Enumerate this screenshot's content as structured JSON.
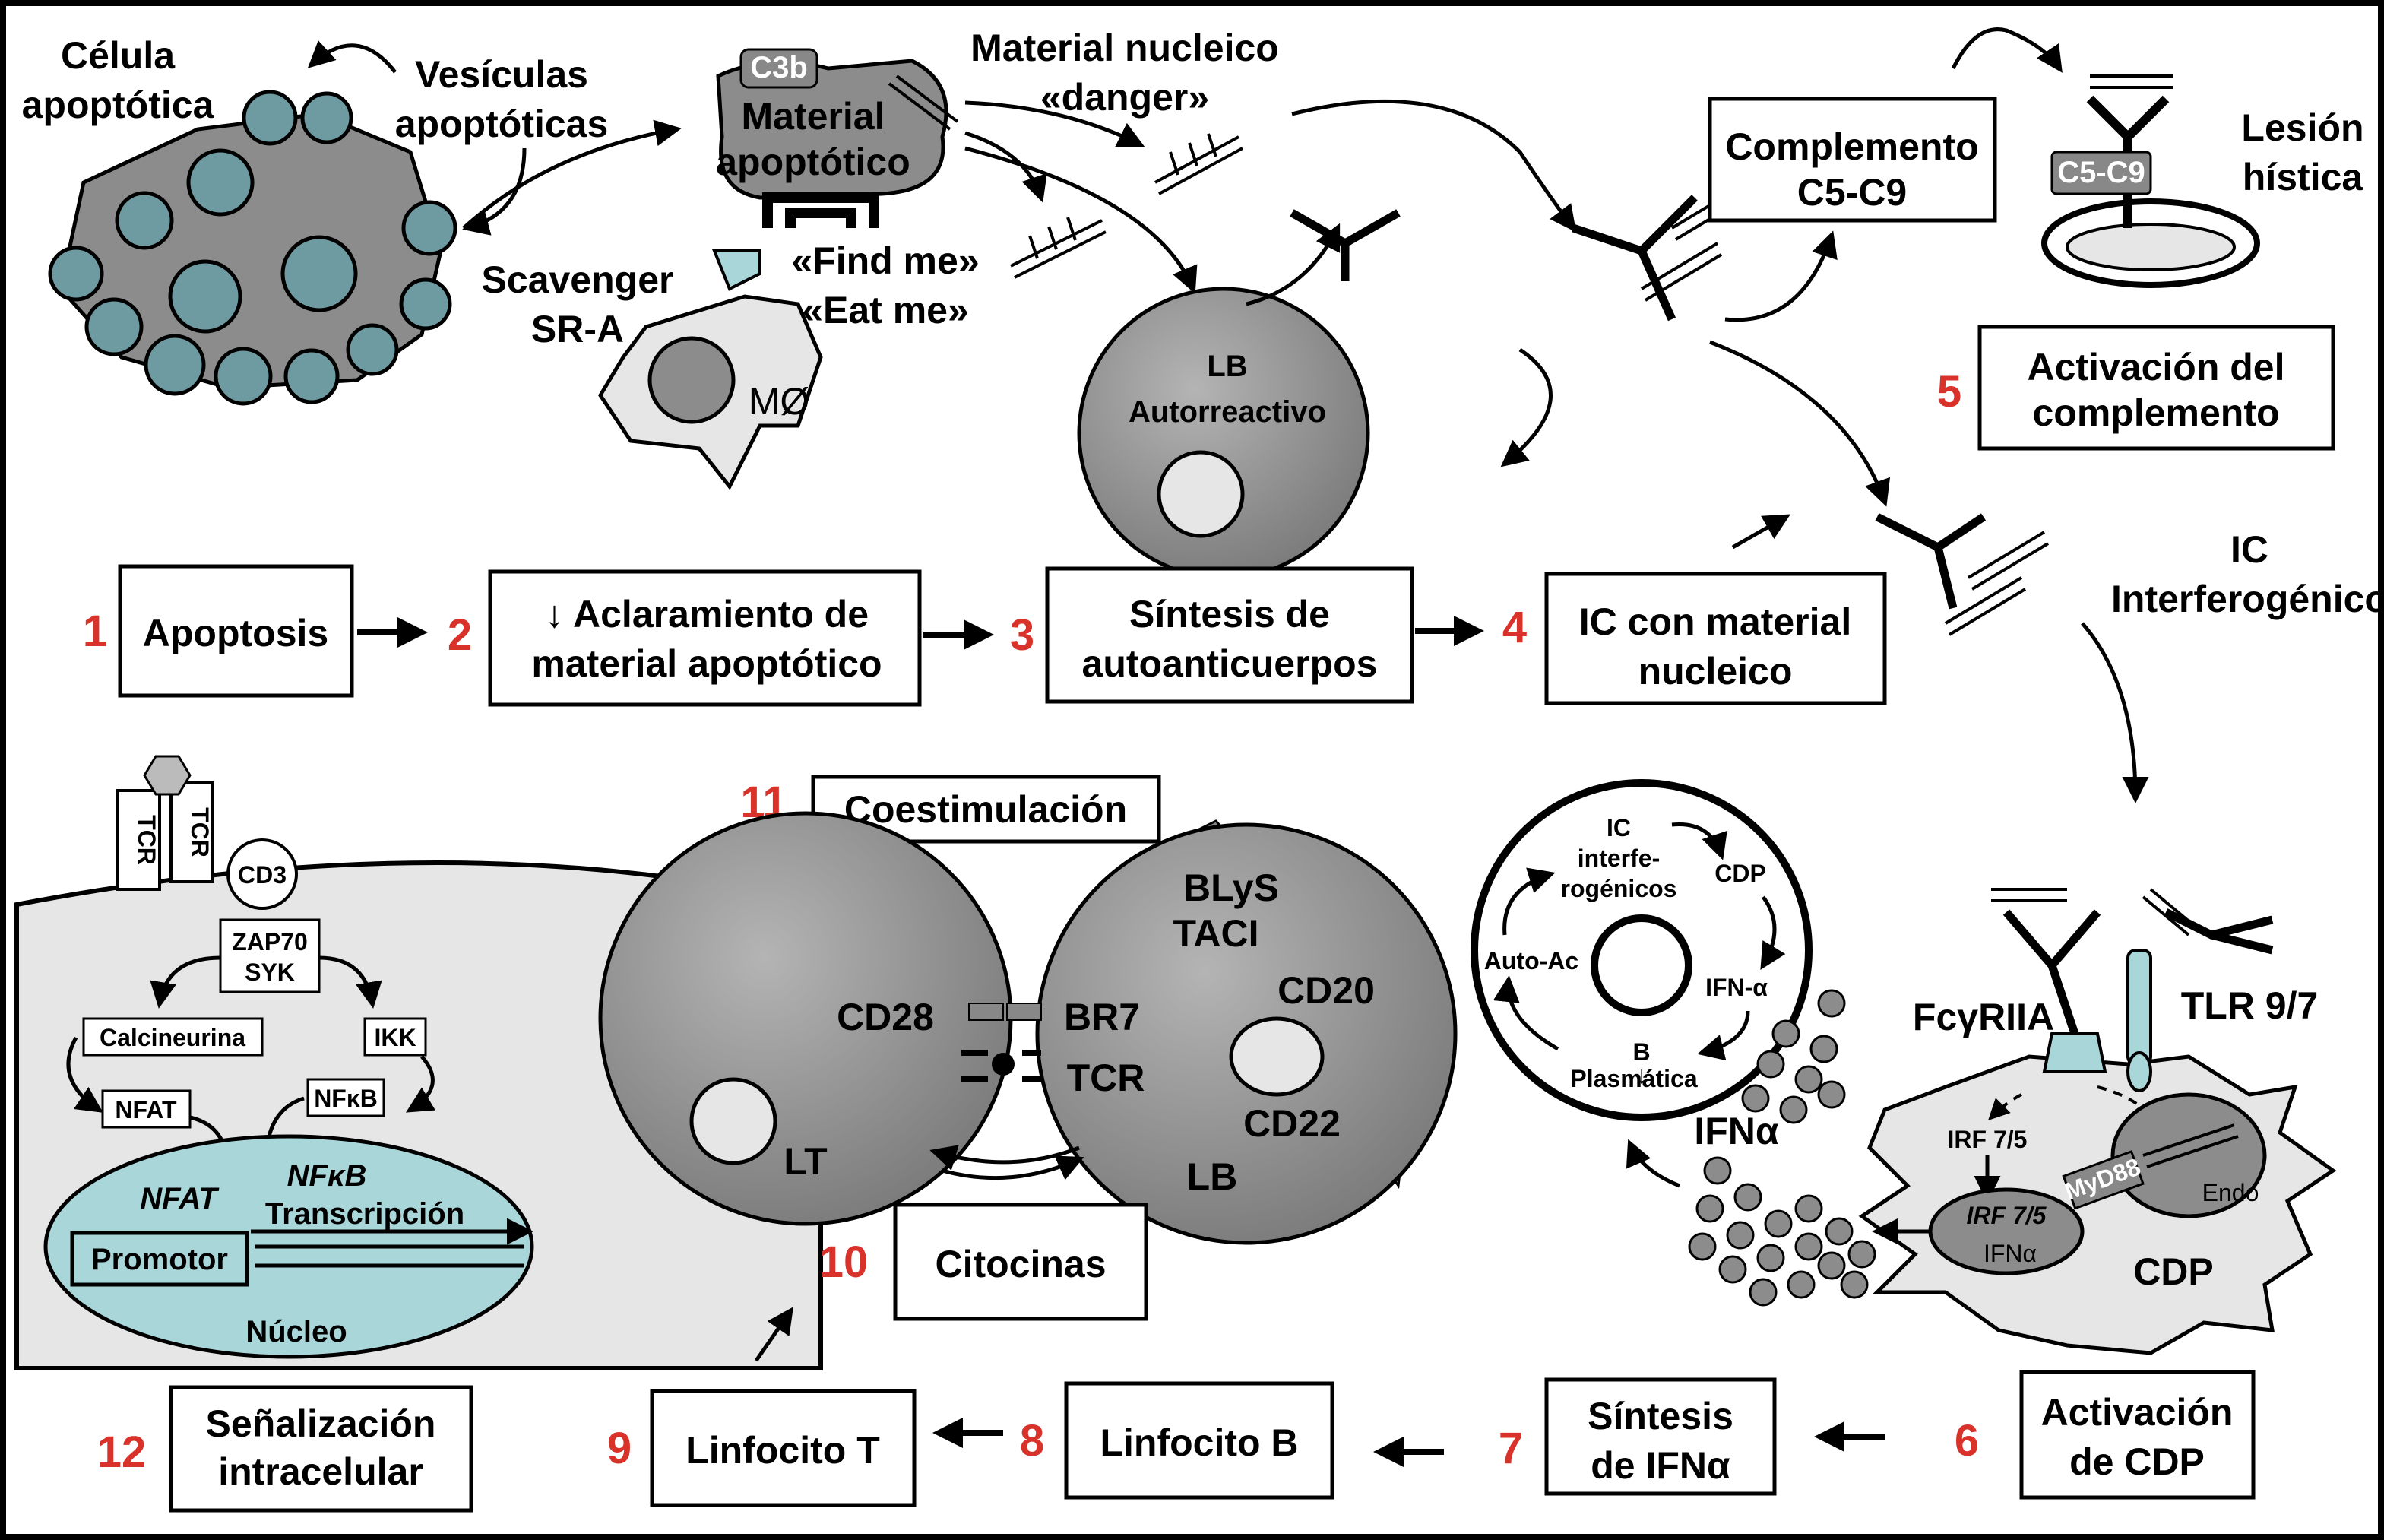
{
  "colors": {
    "step_number": "#d8322a",
    "cell_gray": "#8c8c8c",
    "vesicle_teal": "#6e9aa1",
    "nucleus_teal": "#a9d6d9"
  },
  "top": {
    "celula_apoptotica": [
      "Célula",
      "apoptótica"
    ],
    "vesiculas": [
      "Vesículas",
      "apoptóticas"
    ],
    "c3b": "C3b",
    "material_apoptotico": [
      "Material",
      "apoptótico"
    ],
    "material_nucleico": [
      "Material nucleico",
      "«danger»"
    ],
    "scavenger": [
      "Scavenger",
      "SR-A"
    ],
    "find_me": "«Find me»",
    "eat_me": "«Eat me»",
    "macrophage": "MØ",
    "lb_autorreactivo": [
      "LB",
      "Autorreactivo"
    ],
    "complemento": [
      "Complemento",
      "C5-C9"
    ],
    "c5c9": "C5-C9",
    "lesion": [
      "Lesión",
      "hística"
    ],
    "activacion_complemento": [
      "Activación del",
      "complemento"
    ],
    "ic_interferogenico": [
      "IC",
      "Interferogénico"
    ]
  },
  "steps": {
    "s1": {
      "num": "1",
      "label": [
        "Apoptosis"
      ]
    },
    "s2": {
      "num": "2",
      "label": [
        "↓ Aclaramiento de",
        "material apoptótico"
      ]
    },
    "s3": {
      "num": "3",
      "label": [
        "Síntesis de",
        "autoanticuerpos"
      ]
    },
    "s4": {
      "num": "4",
      "label": [
        "IC con material",
        "nucleico"
      ]
    },
    "s5": {
      "num": "5"
    },
    "s6": {
      "num": "6",
      "label": [
        "Activación",
        "de CDP"
      ]
    },
    "s7": {
      "num": "7",
      "label": [
        "Síntesis",
        "de IFNα"
      ]
    },
    "s8": {
      "num": "8",
      "label": [
        "Linfocito B"
      ]
    },
    "s9": {
      "num": "9",
      "label": [
        "Linfocito T"
      ]
    },
    "s10": {
      "num": "10",
      "label": [
        "Citocinas"
      ]
    },
    "s11": {
      "num": "11",
      "label": [
        "Coestimulación"
      ]
    },
    "s12": {
      "num": "12",
      "label": [
        "Señalización",
        "intracelular"
      ]
    }
  },
  "signaling": {
    "tcr": "TCR",
    "cd3": "CD3",
    "zap70": [
      "ZAP70",
      "SYK"
    ],
    "calcineurina": "Calcineurina",
    "ikk": "IKK",
    "nfat_box": "NFAT",
    "nfkb_box": "NFκB",
    "nfat_nuc": "NFAT",
    "nfkb_nuc": "NFκB",
    "transcripcion": "Transcripción",
    "promotor": "Promotor",
    "nucleo": "Núcleo"
  },
  "cells": {
    "lt": "LT",
    "cd28": "CD28",
    "br7": "BR7",
    "tcr": "TCR",
    "blys": "BLyS",
    "taci": "TACI",
    "cd20": "CD20",
    "cd22": "CD22",
    "lb": "LB"
  },
  "cycle": {
    "ic": [
      "IC",
      "interfe-",
      "rogénicos"
    ],
    "cdp": "CDP",
    "ifn": "IFN-α",
    "plasmatica": [
      "B",
      "↓",
      "Plasmática"
    ],
    "autoac": "Auto-Ac"
  },
  "cdp_cell": {
    "ifna": "IFNα",
    "fcgr": "FcγRIIA",
    "tlr": "TLR 9/7",
    "irf_a": "IRF 7/5",
    "irf_b": "IRF 7/5",
    "ifna_small": "IFNα",
    "myd88": "MyD88",
    "endo": "Endo",
    "cdp": "CDP"
  }
}
